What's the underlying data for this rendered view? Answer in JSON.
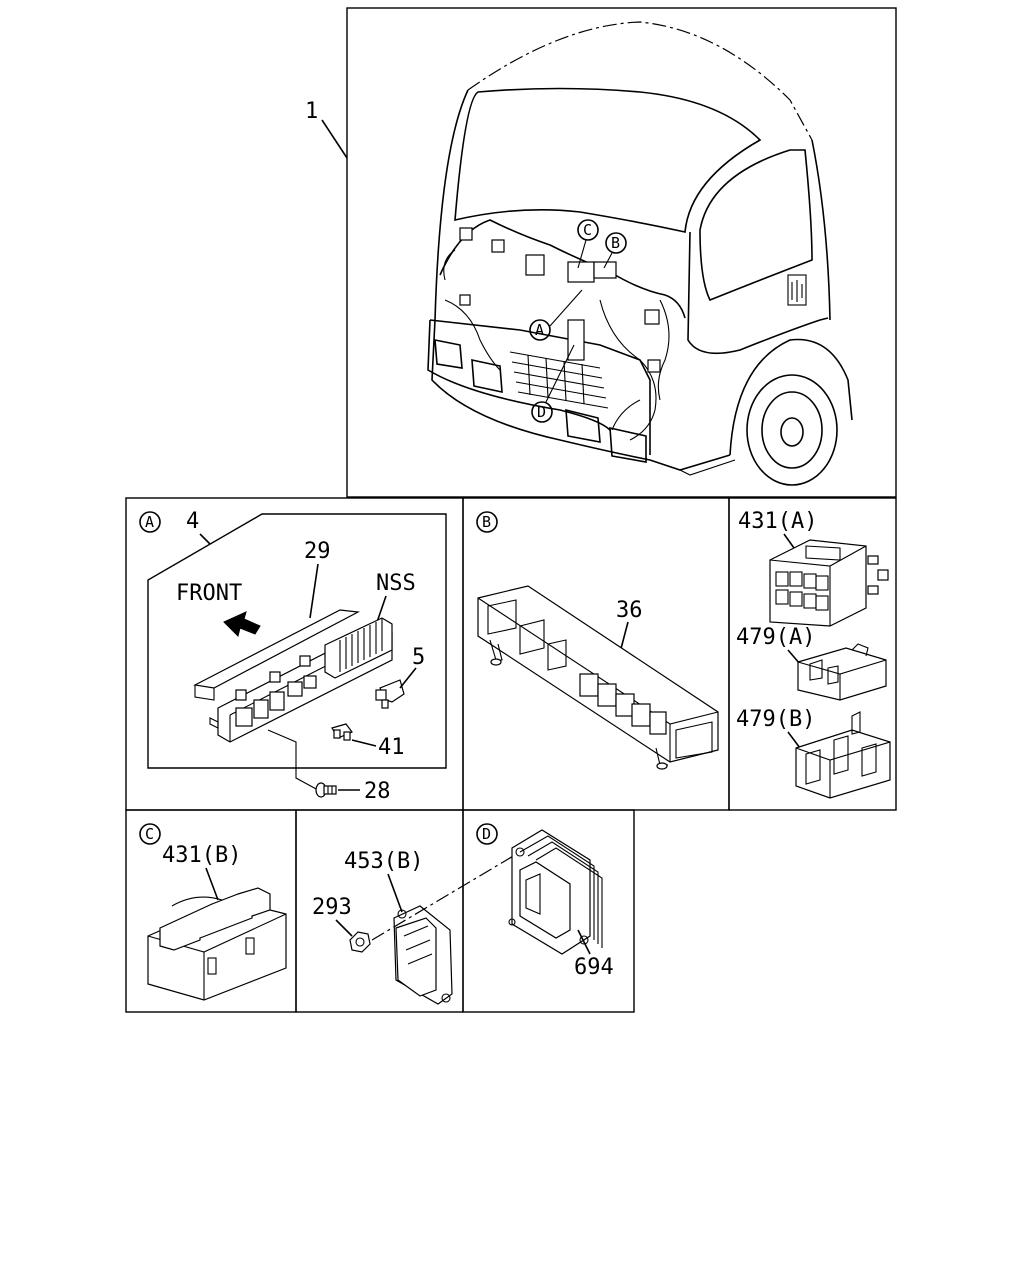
{
  "callouts": {
    "c1": "1",
    "c4": "4",
    "c29": "29",
    "front": "FRONT",
    "nss": "NSS",
    "c5": "5",
    "c41": "41",
    "c28": "28",
    "c36": "36",
    "c431a": "431(A)",
    "c479a": "479(A)",
    "c479b": "479(B)",
    "c431b": "431(B)",
    "c453b": "453(B)",
    "c293": "293",
    "c694": "694"
  },
  "markers": {
    "a": "A",
    "b": "B",
    "c": "C",
    "d": "D"
  }
}
